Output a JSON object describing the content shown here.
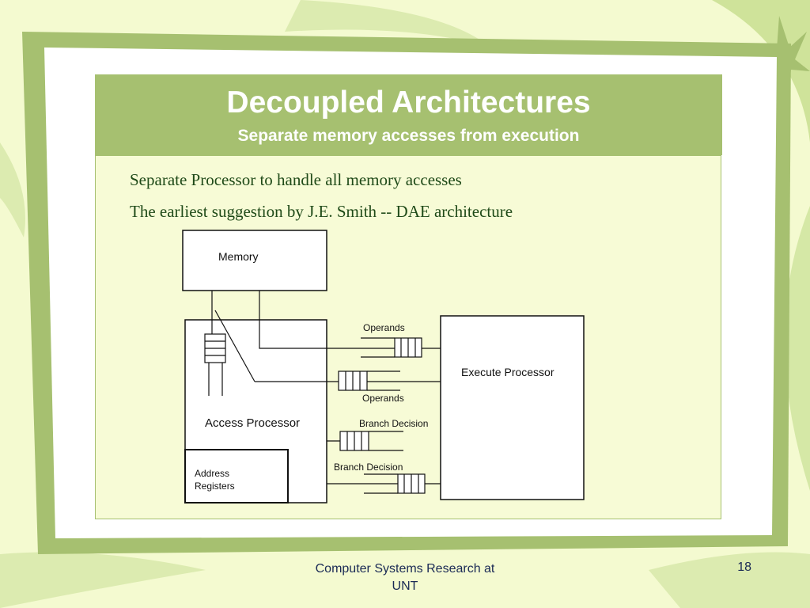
{
  "slide": {
    "title": "Decoupled Architectures",
    "subtitle": "Separate memory accesses from execution",
    "bullets": [
      "Separate Processor to handle all memory accesses",
      "The earliest suggestion by J.E. Smith -- DAE architecture"
    ]
  },
  "diagram": {
    "memory_label": "Memory",
    "access_processor_label": "Access Processor",
    "address_registers_label": "Address\nRegisters",
    "execute_processor_label": "Execute Processor",
    "operands_top_label": "Operands",
    "operands_bottom_label": "Operands",
    "branch_decision_upper_label": "Branch Decision",
    "branch_decision_lower_label": "Branch Decision"
  },
  "footer": {
    "text": "Computer Systems Research at\nUNT",
    "page_number": "18"
  },
  "colors": {
    "background": "#f4fad0",
    "frame_green": "#a6c070",
    "title_band": "#a6c070",
    "bullet_text": "#1f4a18",
    "footer_text": "#1a2a55"
  }
}
